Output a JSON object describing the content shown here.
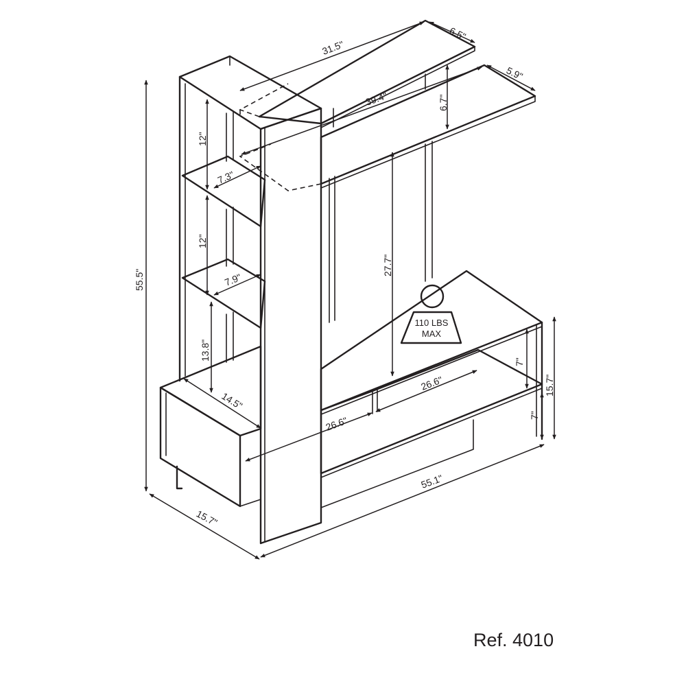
{
  "diagram": {
    "dimensions": {
      "top_shelf_length": "31.5\"",
      "top_shelf_depth": "6.5\"",
      "lower_shelf_length": "39.4\"",
      "lower_shelf_depth": "5.9\"",
      "shelf_gap": "6.7\"",
      "cubby_height_top": "12\"",
      "cubby_depth_top": "7.3\"",
      "cubby_height_mid": "12\"",
      "cubby_depth_mid": "7.9\"",
      "cubby_height_bottom": "13.8\"",
      "tv_space_height": "27.7\"",
      "side_unit_depth": "14.5\"",
      "console_shelf_width": "26.6\"",
      "console_shelf_height": "7\"",
      "console_drawer_width": "26.6\"",
      "drawer_height": "7\"",
      "console_height": "15.7\"",
      "total_width": "55.1\"",
      "total_height": "55.5\"",
      "total_depth": "15.7\""
    },
    "weight_label_line1": "110 LBS",
    "weight_label_line2": "MAX",
    "reference": "Ref. 4010"
  }
}
